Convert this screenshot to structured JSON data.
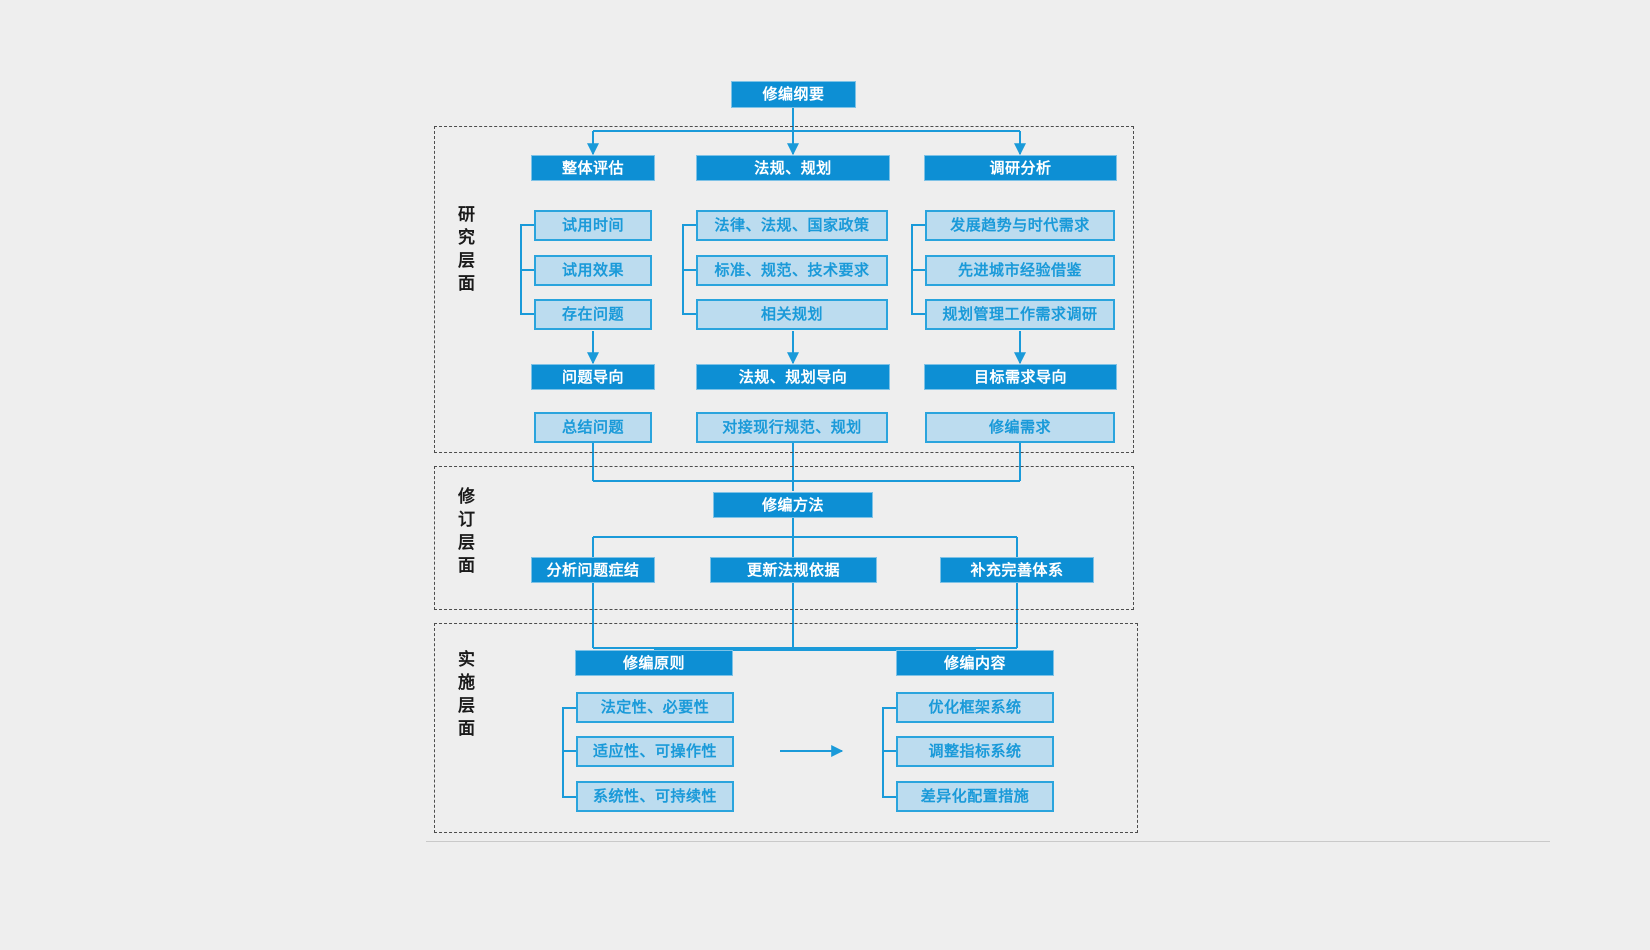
{
  "diagram": {
    "title": "修编纲要",
    "root": {
      "label": "修编纲要"
    },
    "sections": [
      {
        "id": "research",
        "label": "研究层面"
      },
      {
        "id": "revision",
        "label": "修订层面"
      },
      {
        "id": "implement",
        "label": "实施层面"
      }
    ],
    "research": {
      "columns": [
        {
          "header": "整体评估",
          "items": [
            "试用时间",
            "试用效果",
            "存在问题"
          ],
          "orientation": "问题导向",
          "outcome": "总结问题"
        },
        {
          "header": "法规、规划",
          "items": [
            "法律、法规、国家政策",
            "标准、规范、技术要求",
            "相关规划"
          ],
          "orientation": "法规、规划导向",
          "outcome": "对接现行规范、规划"
        },
        {
          "header": "调研分析",
          "items": [
            "发展趋势与时代需求",
            "先进城市经验借鉴",
            "规划管理工作需求调研"
          ],
          "orientation": "目标需求导向",
          "outcome": "修编需求"
        }
      ]
    },
    "revision": {
      "header": "修编方法",
      "items": [
        "分析问题症结",
        "更新法规依据",
        "补充完善体系"
      ]
    },
    "implement": {
      "groups": [
        {
          "header": "修编原则",
          "items": [
            "法定性、必要性",
            "适应性、可操作性",
            "系统性、可持续性"
          ]
        },
        {
          "header": "修编内容",
          "items": [
            "优化框架系统",
            "调整指标系统",
            "差异化配置措施"
          ]
        }
      ],
      "connector": "arrow-right"
    },
    "colors": {
      "dark_fill": "#0d8fd4",
      "dark_border": "#7ec2e6",
      "light_fill": "#bcdcef",
      "light_border": "#2aa4dd",
      "line": "#1a9ad9",
      "background": "#eeeeee",
      "dash_border": "#4d4d4d",
      "label_text": "#1a1a1a"
    }
  }
}
